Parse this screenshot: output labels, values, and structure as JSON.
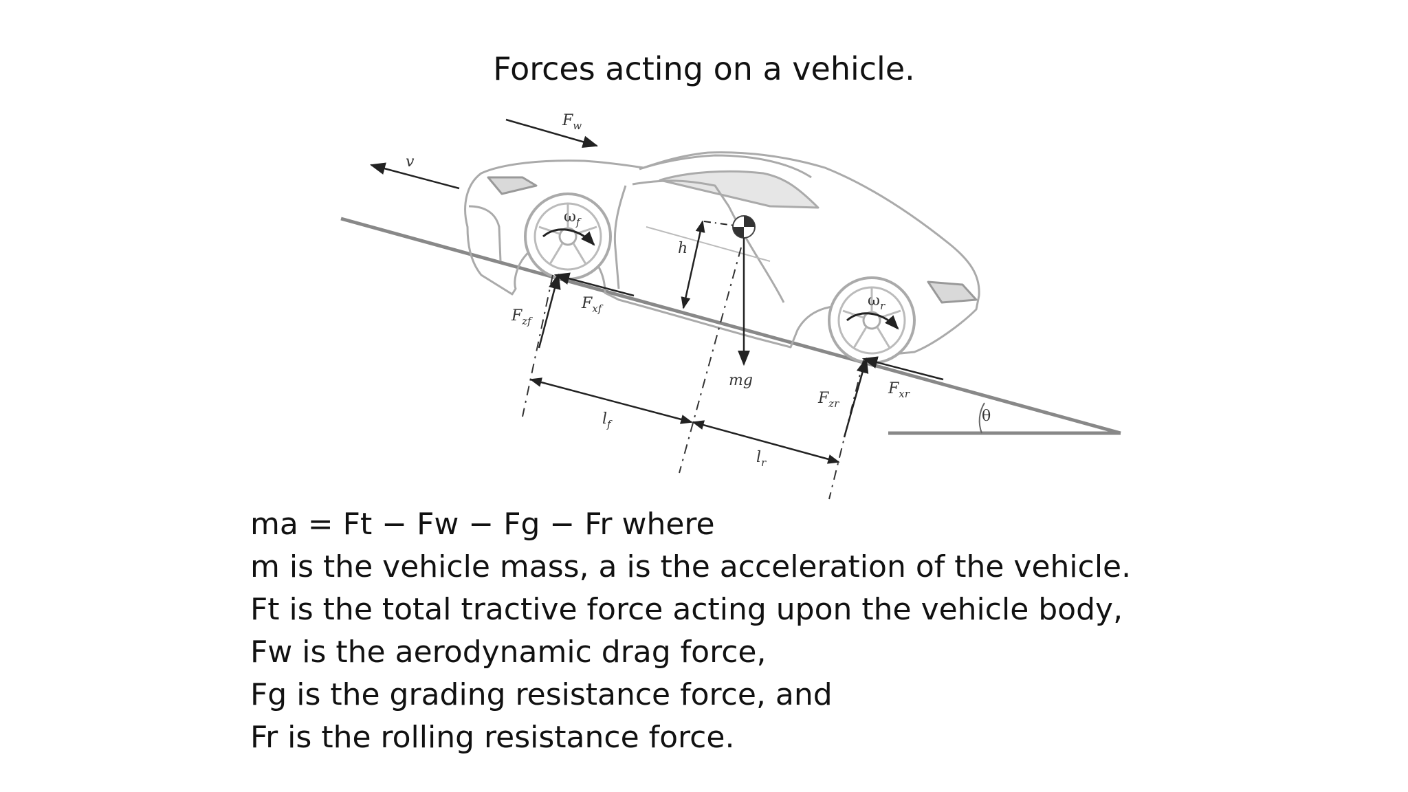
{
  "slide": {
    "title": "Forces acting on a vehicle."
  },
  "diagram": {
    "labels": {
      "v": "v",
      "Fw": {
        "main": "F",
        "sub": "w"
      },
      "omega_f": {
        "main": "ω",
        "sub": "f"
      },
      "omega_r": {
        "main": "ω",
        "sub": "r"
      },
      "h": "h",
      "mg": "mg",
      "Fzf": {
        "main": "F",
        "sub": "zf"
      },
      "Fxf": {
        "main": "F",
        "sub": "xf"
      },
      "Fzr": {
        "main": "F",
        "sub": "zr"
      },
      "Fxr": {
        "main": "F",
        "sub": "xr"
      },
      "lf": {
        "main": "l",
        "sub": "f"
      },
      "lr": {
        "main": "l",
        "sub": "r"
      },
      "theta": "θ"
    }
  },
  "equations": {
    "lines": [
      "ma = Ft − Fw − Fg − Fr  where",
      "m is the vehicle mass, a is the acceleration of the vehicle.",
      "Ft is the total tractive force acting upon the vehicle body,",
      "Fw is the aerodynamic drag force,",
      "Fg is the grading resistance force, and",
      "Fr is the rolling resistance force."
    ]
  }
}
